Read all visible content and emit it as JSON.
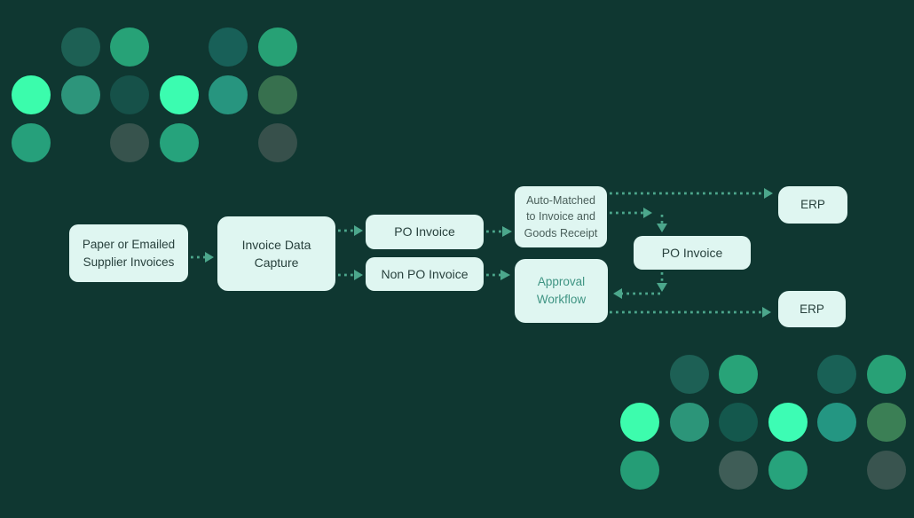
{
  "colors": {
    "background": "#0f3731",
    "node_fill": "#dff6f1",
    "node_text_dark": "#28413d",
    "node_text_muted": "#4a5f5a",
    "node_text_teal": "#3f9483",
    "arrow": "#4ca78c",
    "accent_mint": "#3cfcad"
  },
  "flowchart": {
    "connector_style": "dotted-with-triangle-arrowheads",
    "nodes": {
      "paper": {
        "label": "Paper or Emailed Supplier Invoices"
      },
      "capture": {
        "label": "Invoice Data Capture"
      },
      "po_invoice": {
        "label": "PO Invoice"
      },
      "non_po_invoice": {
        "label": "Non PO Invoice"
      },
      "auto_matched": {
        "label": "Auto-Matched to Invoice and Goods Receipt"
      },
      "approval": {
        "label": "Approval Workflow"
      },
      "po_invoice_2": {
        "label": "PO Invoice"
      },
      "erp_top": {
        "label": "ERP"
      },
      "erp_bottom": {
        "label": "ERP"
      }
    },
    "edges": [
      {
        "from": "paper",
        "to": "capture"
      },
      {
        "from": "capture",
        "to": "po_invoice"
      },
      {
        "from": "capture",
        "to": "non_po_invoice"
      },
      {
        "from": "po_invoice",
        "to": "auto_matched"
      },
      {
        "from": "non_po_invoice",
        "to": "approval"
      },
      {
        "from": "auto_matched",
        "to": "erp_top"
      },
      {
        "from": "auto_matched",
        "to": "po_invoice_2"
      },
      {
        "from": "po_invoice_2",
        "to": "approval"
      },
      {
        "from": "approval",
        "to": "erp_bottom"
      }
    ]
  },
  "decor": {
    "top_left": [
      {
        "col": 2,
        "row": 1,
        "color": "#1d6054"
      },
      {
        "col": 3,
        "row": 1,
        "color": "#27a277"
      },
      {
        "col": 5,
        "row": 1,
        "color": "#186058"
      },
      {
        "col": 6,
        "row": 1,
        "color": "#27a175"
      },
      {
        "col": 1,
        "row": 2,
        "color": "#3bfcac"
      },
      {
        "col": 2,
        "row": 2,
        "color": "#2d957b"
      },
      {
        "col": 3,
        "row": 2,
        "color": "#165149"
      },
      {
        "col": 4,
        "row": 2,
        "color": "#3bfcb0"
      },
      {
        "col": 5,
        "row": 2,
        "color": "#27957f"
      },
      {
        "col": 6,
        "row": 2,
        "color": "#37704e"
      },
      {
        "col": 1,
        "row": 3,
        "color": "#26a07b"
      },
      {
        "col": 3,
        "row": 3,
        "color": "#37534d"
      },
      {
        "col": 4,
        "row": 3,
        "color": "#26a37c"
      },
      {
        "col": 6,
        "row": 3,
        "color": "#37504b"
      }
    ],
    "bottom_right": [
      {
        "col": 2,
        "row": 1,
        "color": "#1d6055"
      },
      {
        "col": 3,
        "row": 1,
        "color": "#28a378"
      },
      {
        "col": 5,
        "row": 1,
        "color": "#196156"
      },
      {
        "col": 6,
        "row": 1,
        "color": "#28a176"
      },
      {
        "col": 1,
        "row": 2,
        "color": "#3dfcad"
      },
      {
        "col": 2,
        "row": 2,
        "color": "#2c9579"
      },
      {
        "col": 3,
        "row": 2,
        "color": "#14584d"
      },
      {
        "col": 4,
        "row": 2,
        "color": "#3dfcb4"
      },
      {
        "col": 5,
        "row": 2,
        "color": "#249682"
      },
      {
        "col": 6,
        "row": 2,
        "color": "#3b7f55"
      },
      {
        "col": 1,
        "row": 3,
        "color": "#259d76"
      },
      {
        "col": 3,
        "row": 3,
        "color": "#3f5d57"
      },
      {
        "col": 4,
        "row": 3,
        "color": "#27a37c"
      },
      {
        "col": 6,
        "row": 3,
        "color": "#39544f"
      }
    ]
  }
}
